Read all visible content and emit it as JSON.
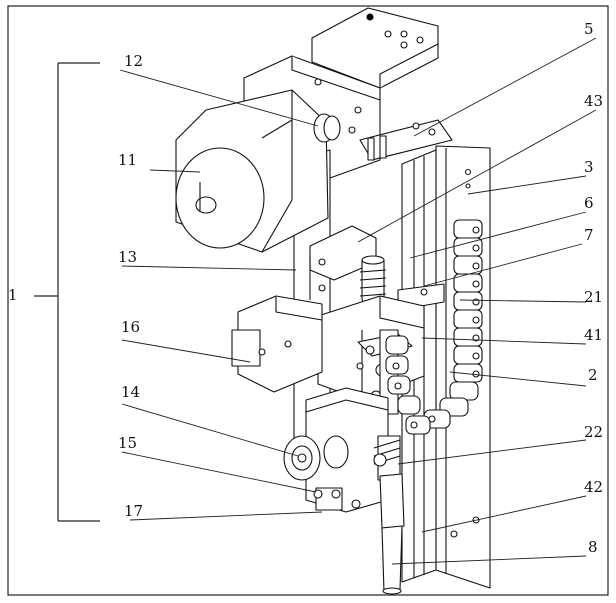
{
  "labels": {
    "l1": "1",
    "l2": "2",
    "l3": "3",
    "l5": "5",
    "l6": "6",
    "l7": "7",
    "l8": "8",
    "l11": "11",
    "l12": "12",
    "l13": "13",
    "l14": "14",
    "l15": "15",
    "l16": "16",
    "l17": "17",
    "l21": "21",
    "l22": "22",
    "l41": "41",
    "l42": "42",
    "l43": "43"
  }
}
